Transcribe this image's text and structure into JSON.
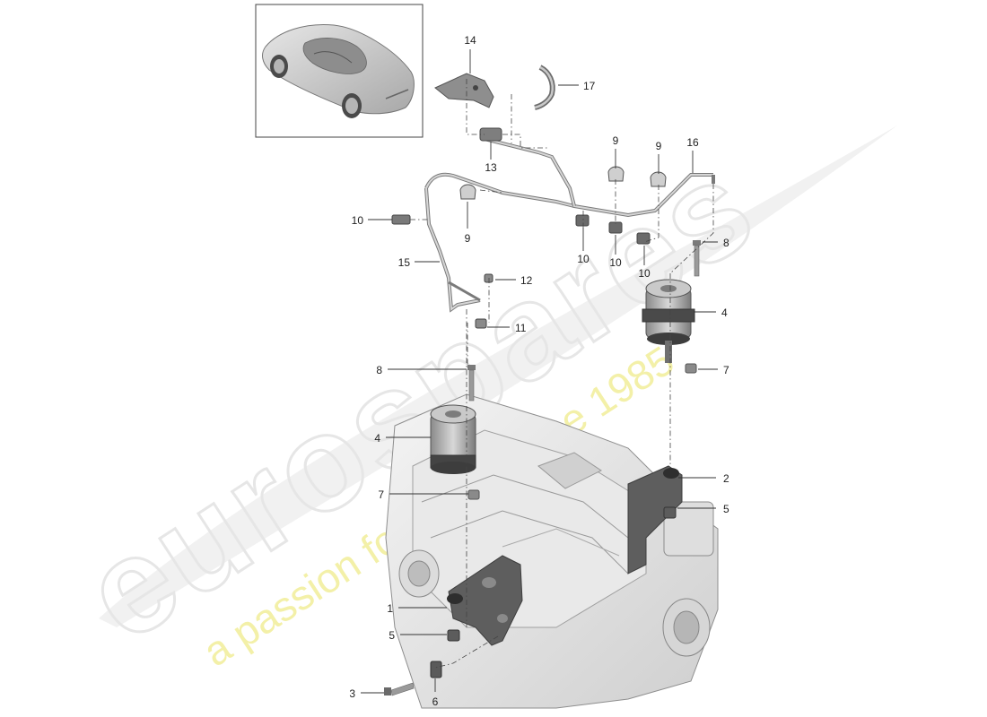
{
  "watermark": {
    "brand": "eurospares",
    "tagline": "a passion for parts since 1985"
  },
  "callouts": [
    {
      "id": "c14",
      "label": "14"
    },
    {
      "id": "c17",
      "label": "17"
    },
    {
      "id": "c13",
      "label": "13"
    },
    {
      "id": "c9a",
      "label": "9"
    },
    {
      "id": "c9b",
      "label": "9"
    },
    {
      "id": "c16",
      "label": "16"
    },
    {
      "id": "c10a",
      "label": "10"
    },
    {
      "id": "c9c",
      "label": "9"
    },
    {
      "id": "c10b",
      "label": "10"
    },
    {
      "id": "c10c",
      "label": "10"
    },
    {
      "id": "c10d",
      "label": "10"
    },
    {
      "id": "c8a",
      "label": "8"
    },
    {
      "id": "c15",
      "label": "15"
    },
    {
      "id": "c12",
      "label": "12"
    },
    {
      "id": "c4a",
      "label": "4"
    },
    {
      "id": "c11",
      "label": "11"
    },
    {
      "id": "c7a",
      "label": "7"
    },
    {
      "id": "c8b",
      "label": "8"
    },
    {
      "id": "c4b",
      "label": "4"
    },
    {
      "id": "c2",
      "label": "2"
    },
    {
      "id": "c7b",
      "label": "7"
    },
    {
      "id": "c5a",
      "label": "5"
    },
    {
      "id": "c1",
      "label": "1"
    },
    {
      "id": "c5b",
      "label": "5"
    },
    {
      "id": "c3",
      "label": "3"
    },
    {
      "id": "c6",
      "label": "6"
    }
  ]
}
